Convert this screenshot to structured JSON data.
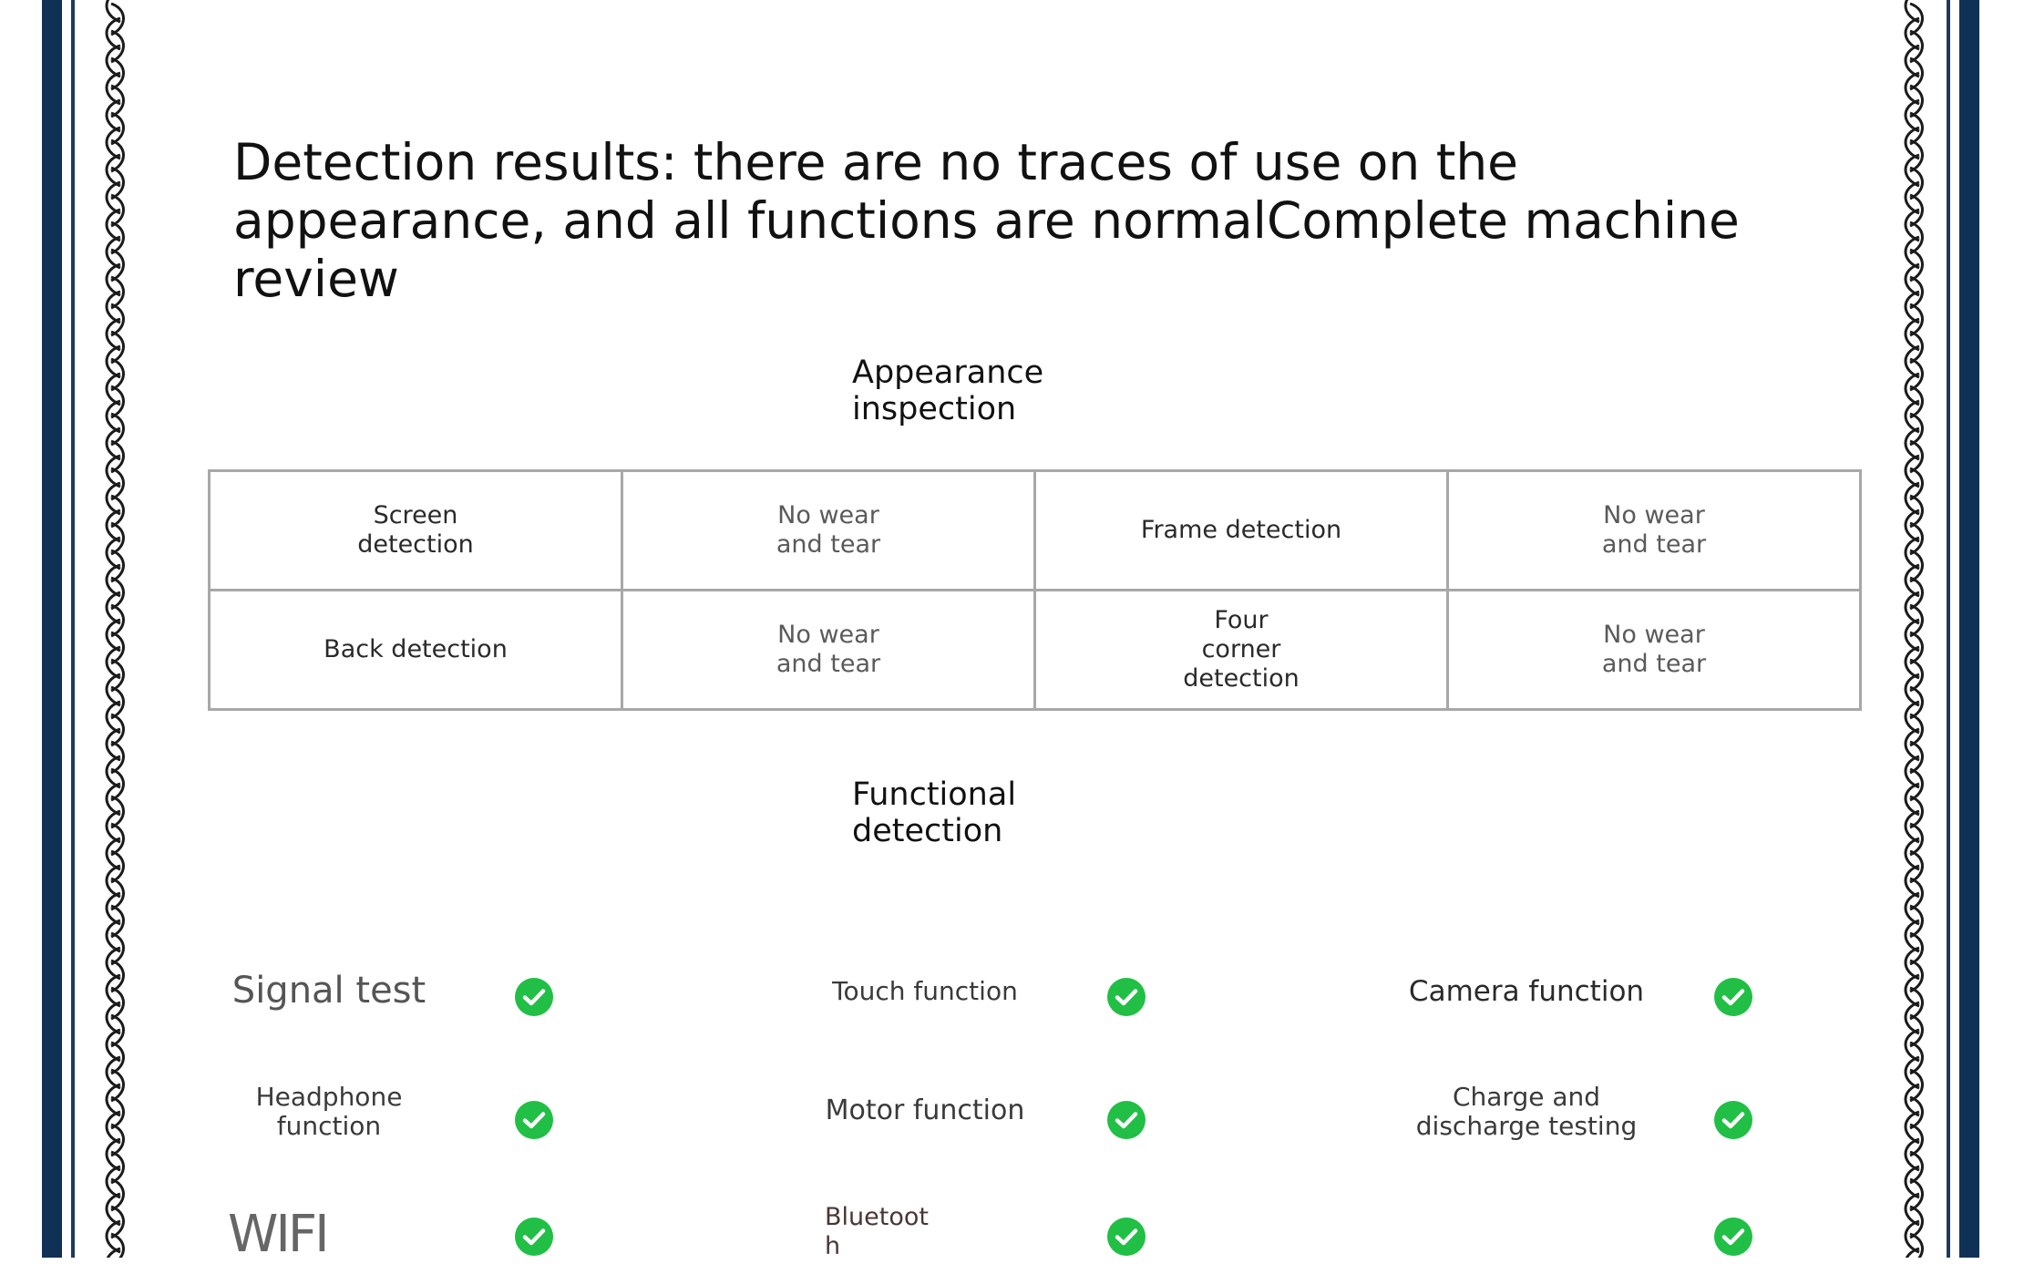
{
  "document": {
    "title": "Detection results: there are no traces of use on the appearance, and all functions are normalComplete machine review",
    "appearance_heading": "Appearance inspection",
    "functional_heading": "Functional detection"
  },
  "appearance_table": {
    "rows": [
      [
        {
          "text": "Screen detection"
        },
        {
          "text": "No wear and tear"
        },
        {
          "text": "Frame detection"
        },
        {
          "text": "No wear and tear"
        }
      ],
      [
        {
          "text": "Back detection"
        },
        {
          "text": "No wear and tear"
        },
        {
          "text": "Four corner detection"
        },
        {
          "text": "No wear and tear"
        }
      ]
    ]
  },
  "functions": [
    {
      "label": "Signal test",
      "status_icon": "check-circle-icon",
      "status": "pass"
    },
    {
      "label": "Touch function",
      "status_icon": "check-circle-icon",
      "status": "pass"
    },
    {
      "label": "Camera function",
      "status_icon": "check-circle-icon",
      "status": "pass"
    },
    {
      "label": "Headphone function",
      "status_icon": "check-circle-icon",
      "status": "pass"
    },
    {
      "label": "Motor function",
      "status_icon": "check-circle-icon",
      "status": "pass"
    },
    {
      "label": "Charge and discharge testing",
      "status_icon": "check-circle-icon",
      "status": "pass"
    },
    {
      "label": "WIFI",
      "status_icon": "check-circle-icon",
      "status": "pass"
    },
    {
      "label": "Bluetooth",
      "status_icon": "check-circle-icon",
      "status": "pass"
    },
    {
      "label": "",
      "status_icon": "check-circle-icon",
      "status": "pass"
    }
  ],
  "colors": {
    "border_navy": "#0f3155",
    "check_green": "#21bf45",
    "table_border": "#a8a8a8"
  }
}
